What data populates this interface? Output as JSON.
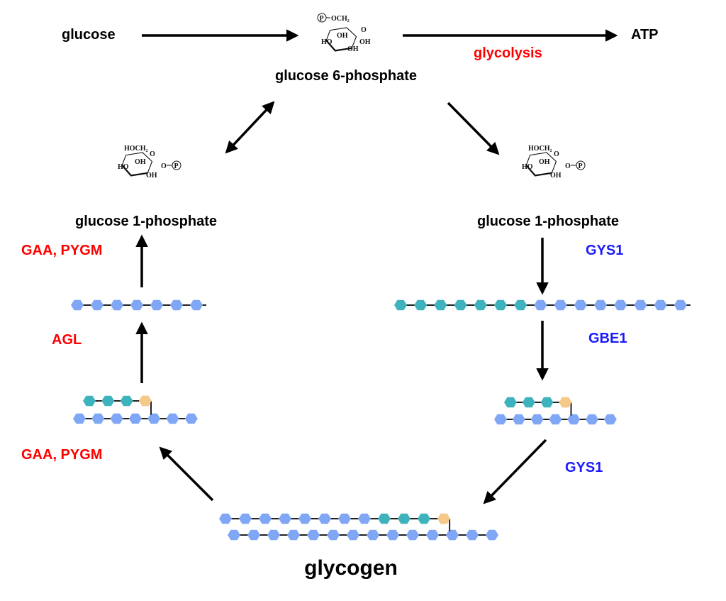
{
  "title": "Glycogen metabolism pathway",
  "colors": {
    "text": "#000000",
    "degradation_enzyme": "#ff0000",
    "synthesis_enzyme": "#1a1aff",
    "glucose_unit": "#7fa7f5",
    "new_glucose_unit": "#3fb3bd",
    "branch_point_unit": "#f5c98a",
    "bond": "#222222"
  },
  "labels": {
    "glucose": "glucose",
    "atp": "ATP",
    "glycolysis": "glycolysis",
    "g6p": "glucose 6-phosphate",
    "g1p_left": "glucose 1-phosphate",
    "g1p_right": "glucose 1-phosphate",
    "glycogen": "glycogen"
  },
  "enzymes": {
    "left_top": "GAA, PYGM",
    "left_mid": "AGL",
    "left_bottom": "GAA, PYGM",
    "right_top": "GYS1",
    "right_mid": "GBE1",
    "right_bottom": "GYS1"
  },
  "structures": {
    "g6p": {
      "phosphate": "P",
      "ch2": "OCH₂",
      "ring_o": "O",
      "oh": [
        "OH",
        "OH",
        "OH",
        "OH"
      ],
      "ho": "HO"
    },
    "g1p": {
      "ch2": "HOCH₂",
      "ring_o": "O",
      "oh": [
        "OH",
        "OH"
      ],
      "ho": "HO",
      "o_link": "O",
      "phosphate": "P"
    }
  },
  "chains": {
    "left_linear": [
      "g",
      "g",
      "g",
      "g",
      "g",
      "g",
      "g"
    ],
    "right_linear": [
      "n",
      "n",
      "n",
      "n",
      "n",
      "n",
      "n",
      "g",
      "g",
      "g",
      "g",
      "g",
      "g",
      "g",
      "g"
    ],
    "left_branched": {
      "top": [
        "n",
        "n",
        "n",
        "b"
      ],
      "bottom": [
        "g",
        "g",
        "g",
        "g",
        "g",
        "g",
        "g"
      ]
    },
    "right_branched": {
      "top": [
        "n",
        "n",
        "n",
        "b"
      ],
      "bottom": [
        "g",
        "g",
        "g",
        "g",
        "g",
        "g",
        "g"
      ]
    },
    "glycogen": {
      "top": [
        "g",
        "g",
        "g",
        "g",
        "g",
        "g",
        "g",
        "g",
        "n",
        "n",
        "n",
        "b"
      ],
      "bottom": [
        "g",
        "g",
        "g",
        "g",
        "g",
        "g",
        "g",
        "g",
        "g",
        "g",
        "g",
        "g",
        "g",
        "g"
      ]
    }
  }
}
